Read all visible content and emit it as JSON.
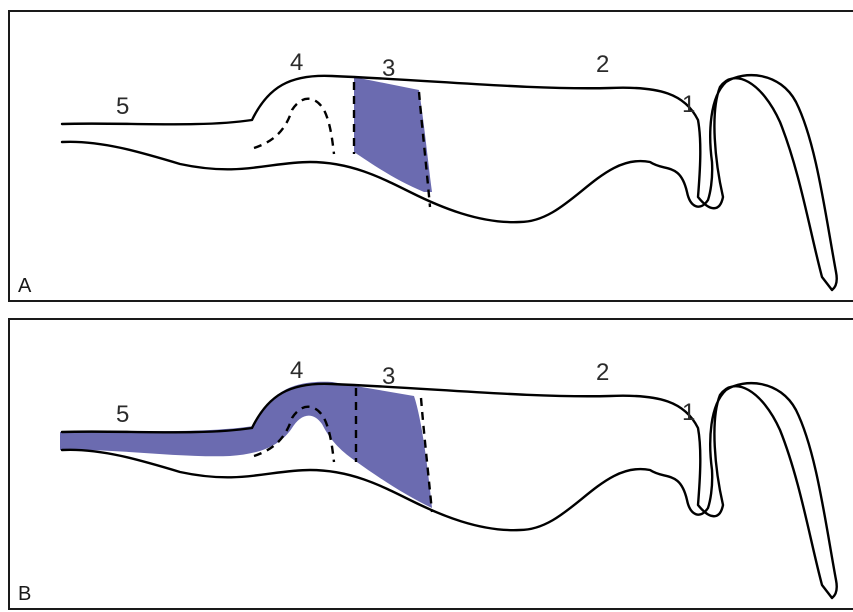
{
  "panels": [
    {
      "letter": "A",
      "region_labels": [
        "5",
        "4",
        "3",
        "2",
        "1"
      ],
      "shaded_regions": [
        "3"
      ]
    },
    {
      "letter": "B",
      "region_labels": [
        "5",
        "4",
        "3",
        "2",
        "1"
      ],
      "shaded_regions": [
        "5",
        "4",
        "3"
      ]
    }
  ],
  "colors": {
    "shading": "#6b6bb0",
    "outline": "#000000",
    "frame": "#1a1a1a"
  }
}
